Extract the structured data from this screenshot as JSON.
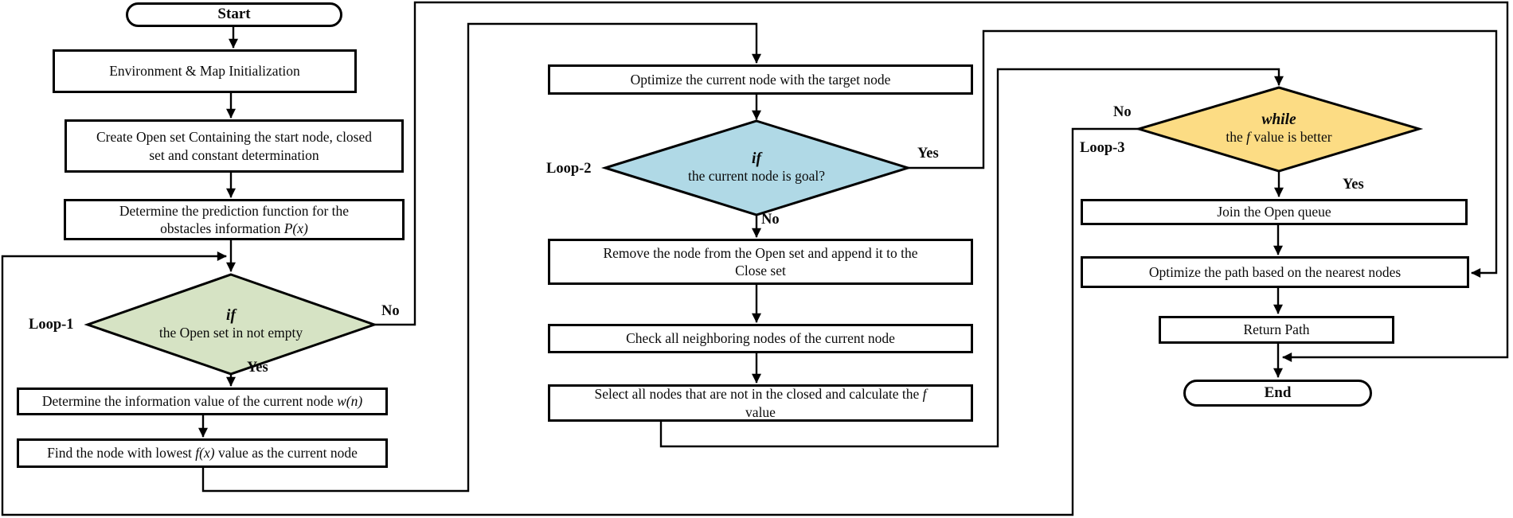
{
  "colors": {
    "loop1_fill": "#d6e3c4",
    "loop2_fill": "#b0d9e6",
    "loop3_fill": "#fcdc84",
    "line": "#000000"
  },
  "nodes": {
    "start": {
      "label": "Start"
    },
    "env": {
      "label": "Environment & Map Initialization"
    },
    "create": {
      "line1": "Create Open set Containing the start node, closed",
      "line2": "set and constant determination"
    },
    "predict": {
      "line1": "Determine the prediction function for the",
      "line2_text": "obstacles information ",
      "line2_math": "P(x)"
    },
    "loop1": {
      "keyword": "if",
      "condition": "the Open set in not empty"
    },
    "info_value": {
      "text": "Determine the information value of the current node ",
      "math": "w(n)"
    },
    "find_lowest": {
      "text_before": "Find the node with lowest ",
      "math": "f(x)",
      "text_after": " value as the current node"
    },
    "optimize_current": {
      "label": "Optimize the current node with the target node"
    },
    "loop2": {
      "keyword": "if",
      "condition": "the current node is goal?"
    },
    "remove": {
      "line1": "Remove the node from the Open set and append it to the",
      "line2": "Close set"
    },
    "check": {
      "label": "Check all neighboring nodes of the current node"
    },
    "select": {
      "line1_text": "Select all nodes that are not in the closed and calculate the ",
      "line1_math": "f",
      "line2": "value"
    },
    "loop3": {
      "keyword": "while",
      "cond_before": "the ",
      "cond_math": "f",
      "cond_after": " value is better"
    },
    "join": {
      "label": "Join the Open queue"
    },
    "optimize_path": {
      "label": "Optimize the path based on the nearest nodes"
    },
    "return_path": {
      "label": "Return Path"
    },
    "end": {
      "label": "End"
    }
  },
  "labels": {
    "loop1": "Loop-1",
    "loop2": "Loop-2",
    "loop3": "Loop-3",
    "loop1_yes": "Yes",
    "loop1_no": "No",
    "loop2_yes": "Yes",
    "loop2_no": "No",
    "loop3_yes": "Yes",
    "loop3_no": "No"
  }
}
